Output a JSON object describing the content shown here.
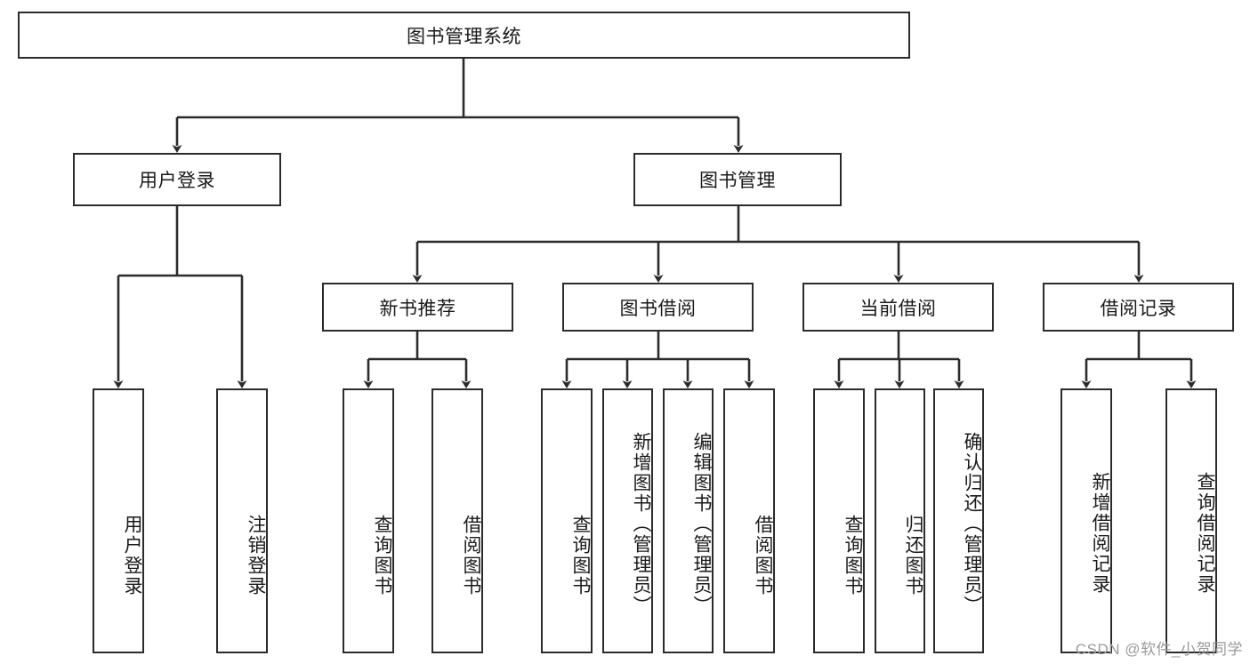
{
  "diagram": {
    "type": "tree-hierarchy-diagram",
    "title": "图书管理系统",
    "orientation": "top-down",
    "colors": {
      "box_border": "#2b2b2b",
      "box_fill": "#ffffff",
      "connector": "#2b2b2b",
      "text": "#1a1a1a",
      "watermark": "#9a9a9a",
      "background": "#ffffff"
    },
    "levels": {
      "level1": [
        "图书管理系统"
      ],
      "level2": [
        "用户登录",
        "图书管理"
      ],
      "level3": [
        "新书推荐",
        "图书借阅",
        "当前借阅",
        "借阅记录"
      ],
      "level4": [
        "用户登录",
        "注销登录",
        "查询图书",
        "借阅图书",
        "查询图书",
        "新增图书（管理员）",
        "编辑图书（管理员）",
        "借阅图书",
        "查询图书",
        "归还图书",
        "确认归还（管理员）",
        "新增借阅记录",
        "查询借阅记录"
      ]
    },
    "nodes": {
      "root": {
        "label": "图书管理系统"
      },
      "user_login": {
        "label": "用户登录"
      },
      "book_mgmt": {
        "label": "图书管理"
      },
      "new_book_rec": {
        "label": "新书推荐"
      },
      "book_borrow": {
        "label": "图书借阅"
      },
      "current_borrow": {
        "label": "当前借阅"
      },
      "borrow_record": {
        "label": "借阅记录"
      },
      "leaf_user_login": {
        "label": "用户登录"
      },
      "leaf_logout": {
        "label": "注销登录"
      },
      "leaf_query_book_1": {
        "label": "查询图书"
      },
      "leaf_borrow_book_1": {
        "label": "借阅图书"
      },
      "leaf_query_book_2": {
        "label": "查询图书"
      },
      "leaf_add_book": {
        "label": "新增图书（管理员）"
      },
      "leaf_edit_book": {
        "label": "编辑图书（管理员）"
      },
      "leaf_borrow_book_2": {
        "label": "借阅图书"
      },
      "leaf_query_book_3": {
        "label": "查询图书"
      },
      "leaf_return_book": {
        "label": "归还图书"
      },
      "leaf_confirm_return": {
        "label": "确认归还（管理员）"
      },
      "leaf_add_record": {
        "label": "新增借阅记录"
      },
      "leaf_query_record": {
        "label": "查询借阅记录"
      }
    },
    "edges": [
      {
        "from": "root",
        "to": "user_login"
      },
      {
        "from": "root",
        "to": "book_mgmt"
      },
      {
        "from": "user_login",
        "to": "leaf_user_login"
      },
      {
        "from": "user_login",
        "to": "leaf_logout"
      },
      {
        "from": "book_mgmt",
        "to": "new_book_rec"
      },
      {
        "from": "book_mgmt",
        "to": "book_borrow"
      },
      {
        "from": "book_mgmt",
        "to": "current_borrow"
      },
      {
        "from": "book_mgmt",
        "to": "borrow_record"
      },
      {
        "from": "new_book_rec",
        "to": "leaf_query_book_1"
      },
      {
        "from": "new_book_rec",
        "to": "leaf_borrow_book_1"
      },
      {
        "from": "book_borrow",
        "to": "leaf_query_book_2"
      },
      {
        "from": "book_borrow",
        "to": "leaf_add_book"
      },
      {
        "from": "book_borrow",
        "to": "leaf_edit_book"
      },
      {
        "from": "book_borrow",
        "to": "leaf_borrow_book_2"
      },
      {
        "from": "current_borrow",
        "to": "leaf_query_book_3"
      },
      {
        "from": "current_borrow",
        "to": "leaf_return_book"
      },
      {
        "from": "current_borrow",
        "to": "leaf_confirm_return"
      },
      {
        "from": "borrow_record",
        "to": "leaf_add_record"
      },
      {
        "from": "borrow_record",
        "to": "leaf_query_record"
      }
    ]
  },
  "watermark": {
    "text": "CSDN @软件_小贺同学"
  }
}
